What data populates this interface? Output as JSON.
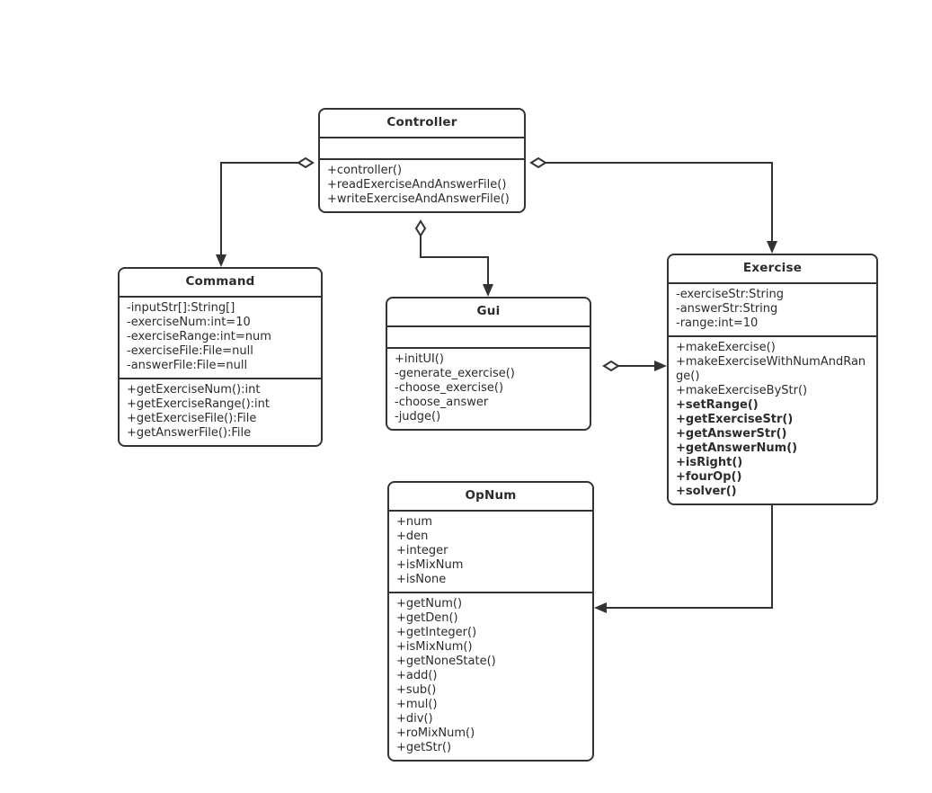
{
  "diagram": {
    "kind": "uml-class-diagram",
    "background": "#ffffff",
    "stroke_color": "#333333",
    "text_color": "#2b2b2b"
  },
  "classes": {
    "controller": {
      "name": "Controller",
      "attributes": [],
      "operations": [
        {
          "text": "+controller()",
          "bold": false
        },
        {
          "text": "+readExerciseAndAnswerFile()",
          "bold": false
        },
        {
          "text": "+writeExerciseAndAnswerFile()",
          "bold": false
        }
      ]
    },
    "command": {
      "name": "Command",
      "attributes": [
        {
          "text": "-inputStr[]:String[]",
          "bold": false
        },
        {
          "text": "-exerciseNum:int=10",
          "bold": false
        },
        {
          "text": "-exerciseRange:int=num",
          "bold": false
        },
        {
          "text": "-exerciseFile:File=null",
          "bold": false
        },
        {
          "text": "-answerFile:File=null",
          "bold": false
        }
      ],
      "operations": [
        {
          "text": "+getExerciseNum():int",
          "bold": false
        },
        {
          "text": "+getExerciseRange():int",
          "bold": false
        },
        {
          "text": "+getExerciseFile():File",
          "bold": false
        },
        {
          "text": "+getAnswerFile():File",
          "bold": false
        }
      ]
    },
    "gui": {
      "name": "Gui",
      "attributes": [],
      "operations": [
        {
          "text": "+initUI()",
          "bold": false
        },
        {
          "text": "-generate_exercise()",
          "bold": false
        },
        {
          "text": "-choose_exercise()",
          "bold": false
        },
        {
          "text": "-choose_answer",
          "bold": false
        },
        {
          "text": "-judge()",
          "bold": false
        }
      ]
    },
    "exercise": {
      "name": "Exercise",
      "attributes": [
        {
          "text": "-exerciseStr:String",
          "bold": false
        },
        {
          "text": "-answerStr:String",
          "bold": false
        },
        {
          "text": "-range:int=10",
          "bold": false
        }
      ],
      "operations": [
        {
          "text": "+makeExercise()",
          "bold": false
        },
        {
          "text": "+makeExerciseWithNumAndRange()",
          "bold": false
        },
        {
          "text": "+makeExerciseByStr()",
          "bold": false
        },
        {
          "text": "+setRange()",
          "bold": true
        },
        {
          "text": "+getExerciseStr()",
          "bold": true
        },
        {
          "text": "+getAnswerStr()",
          "bold": true
        },
        {
          "text": "+getAnswerNum()",
          "bold": true
        },
        {
          "text": "+isRight()",
          "bold": true
        },
        {
          "text": "+fourOp()",
          "bold": true
        },
        {
          "text": "+solver()",
          "bold": true
        }
      ]
    },
    "opnum": {
      "name": "OpNum",
      "attributes": [
        {
          "text": "+num",
          "bold": false
        },
        {
          "text": "+den",
          "bold": false
        },
        {
          "text": "+integer",
          "bold": false
        },
        {
          "text": "+isMixNum",
          "bold": false
        },
        {
          "text": "+isNone",
          "bold": false
        }
      ],
      "operations": [
        {
          "text": "+getNum()",
          "bold": false
        },
        {
          "text": "+getDen()",
          "bold": false
        },
        {
          "text": "+getInteger()",
          "bold": false
        },
        {
          "text": "+isMixNum()",
          "bold": false
        },
        {
          "text": "+getNoneState()",
          "bold": false
        },
        {
          "text": "+add()",
          "bold": false
        },
        {
          "text": "+sub()",
          "bold": false
        },
        {
          "text": "+mul()",
          "bold": false
        },
        {
          "text": "+div()",
          "bold": false
        },
        {
          "text": "+roMixNum()",
          "bold": false
        },
        {
          "text": "+getStr()",
          "bold": false
        }
      ]
    }
  },
  "relationships": [
    {
      "id": "controller-command",
      "type": "aggregation",
      "from": "Controller",
      "to": "Command",
      "diamond_at": "Controller",
      "arrow_at": "Command"
    },
    {
      "id": "controller-exercise",
      "type": "aggregation",
      "from": "Controller",
      "to": "Exercise",
      "diamond_at": "Controller",
      "arrow_at": "Exercise"
    },
    {
      "id": "controller-gui",
      "type": "aggregation",
      "from": "Controller",
      "to": "Gui",
      "diamond_at": "Controller",
      "arrow_at": "Gui"
    },
    {
      "id": "gui-exercise",
      "type": "aggregation",
      "from": "Gui",
      "to": "Exercise",
      "diamond_at": "Gui",
      "arrow_at": "Exercise"
    },
    {
      "id": "exercise-opnum",
      "type": "aggregation",
      "from": "Exercise",
      "to": "OpNum",
      "diamond_at": "Exercise",
      "arrow_at": "OpNum"
    }
  ]
}
